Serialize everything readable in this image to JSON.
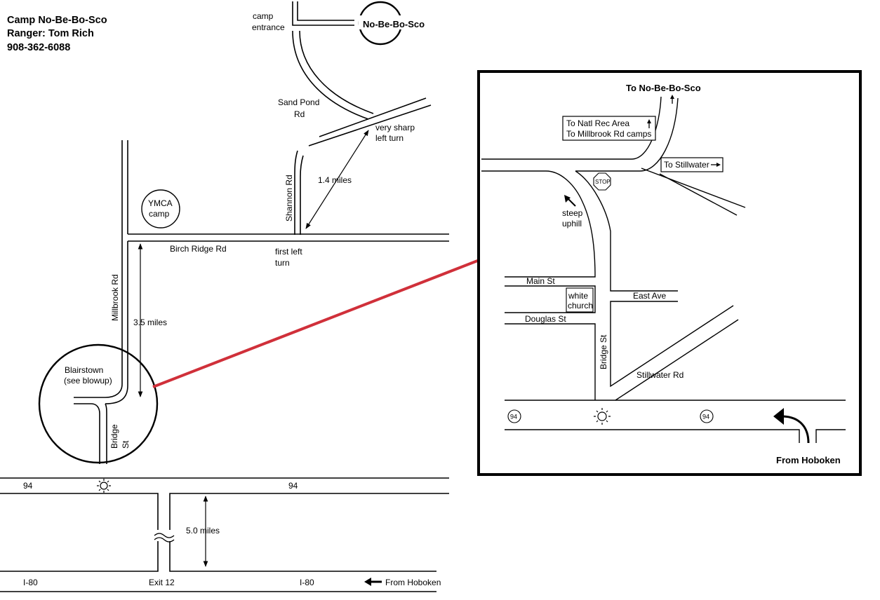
{
  "header": {
    "camp_name": "Camp No-Be-Bo-Sco",
    "ranger": "Ranger: Tom Rich",
    "phone": "908-362-6088"
  },
  "main_map": {
    "camp_circle_label": "No-Be-Bo-Sco",
    "camp_entrance_line1": "camp",
    "camp_entrance_line2": "entrance",
    "sand_pond_line1": "Sand Pond",
    "sand_pond_line2": "Rd",
    "very_sharp_line1": "very sharp",
    "very_sharp_line2": "left turn",
    "distance_shannon": "1.4 miles",
    "shannon_rd": "Shannon Rd",
    "ymca_line1": "YMCA",
    "ymca_line2": "camp",
    "birch_ridge_rd": "Birch Ridge Rd",
    "first_left_line1": "first left",
    "first_left_line2": "turn",
    "millbrook_rd": "Millbrook Rd",
    "distance_millbrook": "3.5 miles",
    "blairstown_line1": "Blairstown",
    "blairstown_line2": "(see blowup)",
    "bridge_st_line1": "Bridge",
    "bridge_st_line2": "St",
    "route94_left": "94",
    "route94_right": "94",
    "distance_i80": "5.0 miles",
    "i80_left": "I-80",
    "exit12": "Exit 12",
    "i80_right": "I-80",
    "from_hoboken": "From Hoboken"
  },
  "inset": {
    "title": "To No-Be-Bo-Sco",
    "sign_line1": "To Natl Rec Area",
    "sign_line2": "To Millbrook Rd camps",
    "to_stillwater": "To Stillwater",
    "stop": "STOP",
    "steep_line1": "steep",
    "steep_line2": "uphill",
    "main_st": "Main St",
    "church_line1": "white",
    "church_line2": "church",
    "east_ave": "East Ave",
    "douglas_st": "Douglas St",
    "bridge_st": "Bridge St",
    "stillwater_rd": "Stillwater Rd",
    "route94_left": "94",
    "route94_right": "94",
    "from_hoboken": "From Hoboken"
  },
  "colors": {
    "connector_line": "#d0303a",
    "ink": "#000000",
    "background": "#ffffff"
  },
  "icons": [
    "traffic-light-icon",
    "stop-sign-icon",
    "route-94-shield-icon",
    "arrow-left-icon",
    "arrow-up-icon",
    "arrow-right-icon",
    "turn-arrow-icon",
    "road-break-icon"
  ]
}
